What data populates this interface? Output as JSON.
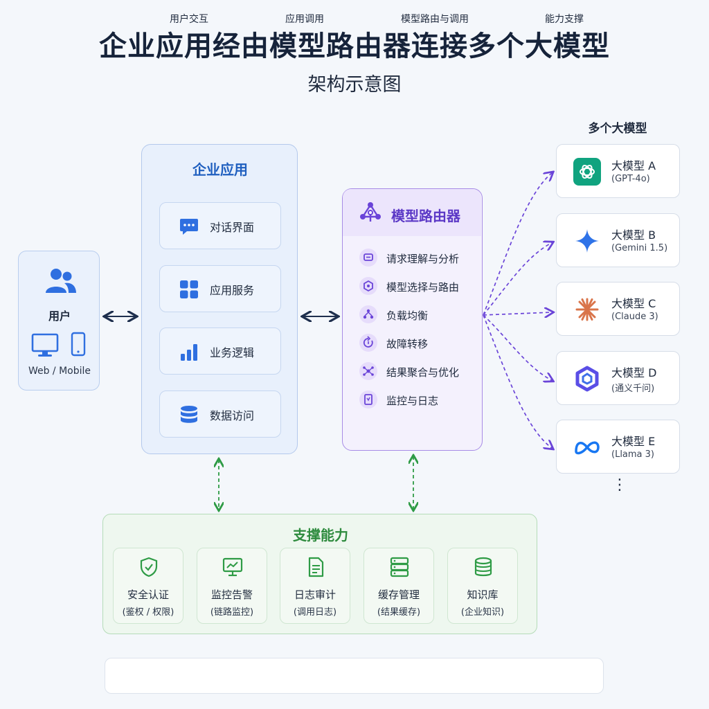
{
  "header": {
    "title": "企业应用经由模型路由器连接多个大模型",
    "subtitle": "架构示意图"
  },
  "user": {
    "label": "用户",
    "platform": "Web / Mobile",
    "icons": [
      "users-icon",
      "monitor-icon",
      "phone-icon"
    ]
  },
  "enterprise_app": {
    "title": "企业应用",
    "items": [
      {
        "label": "对话界面",
        "icon": "chat-icon"
      },
      {
        "label": "应用服务",
        "icon": "grid-icon"
      },
      {
        "label": "业务逻辑",
        "icon": "bar-chart-icon"
      },
      {
        "label": "数据访问",
        "icon": "database-icon"
      }
    ]
  },
  "router": {
    "title": "模型路由器",
    "icon": "router-node-icon",
    "functions": [
      {
        "label": "请求理解与分析",
        "icon": "message-icon"
      },
      {
        "label": "模型选择与路由",
        "icon": "hexagon-icon"
      },
      {
        "label": "负载均衡",
        "icon": "balance-icon"
      },
      {
        "label": "故障转移",
        "icon": "failover-icon"
      },
      {
        "label": "结果聚合与优化",
        "icon": "aggregate-icon"
      },
      {
        "label": "监控与日志",
        "icon": "log-icon"
      }
    ]
  },
  "models": {
    "heading": "多个大模型",
    "list": [
      {
        "name": "大模型 A",
        "detail": "(GPT-4o)",
        "icon": "openai-icon"
      },
      {
        "name": "大模型 B",
        "detail": "(Gemini 1.5)",
        "icon": "gemini-star-icon"
      },
      {
        "name": "大模型 C",
        "detail": "(Claude 3)",
        "icon": "claude-burst-icon"
      },
      {
        "name": "大模型 D",
        "detail": "(通义千问)",
        "icon": "qwen-icon"
      },
      {
        "name": "大模型 E",
        "detail": "(Llama 3)",
        "icon": "meta-infinity-icon"
      }
    ],
    "more": "⋮"
  },
  "support": {
    "title": "支撑能力",
    "items": [
      {
        "name": "安全认证",
        "detail": "(鉴权 / 权限)",
        "icon": "shield-icon"
      },
      {
        "name": "监控告警",
        "detail": "(链路监控)",
        "icon": "monitor-chart-icon"
      },
      {
        "name": "日志审计",
        "detail": "(调用日志)",
        "icon": "document-icon"
      },
      {
        "name": "缓存管理",
        "detail": "(结果缓存)",
        "icon": "server-icon"
      },
      {
        "name": "知识库",
        "detail": "(企业知识)",
        "icon": "database-icon"
      }
    ]
  },
  "legend": [
    {
      "label": "用户交互",
      "style": "double-arrow"
    },
    {
      "label": "应用调用",
      "style": "solid-arrow"
    },
    {
      "label": "模型路由与调用",
      "style": "purple-dashed-arrow"
    },
    {
      "label": "能力支撑",
      "style": "green-dashed-arrow"
    }
  ],
  "colors": {
    "app_blue": "#2f6fe0",
    "router_purple": "#6a44d8",
    "support_green": "#2e8b3e",
    "arrow_dark": "#1e2f4d"
  }
}
